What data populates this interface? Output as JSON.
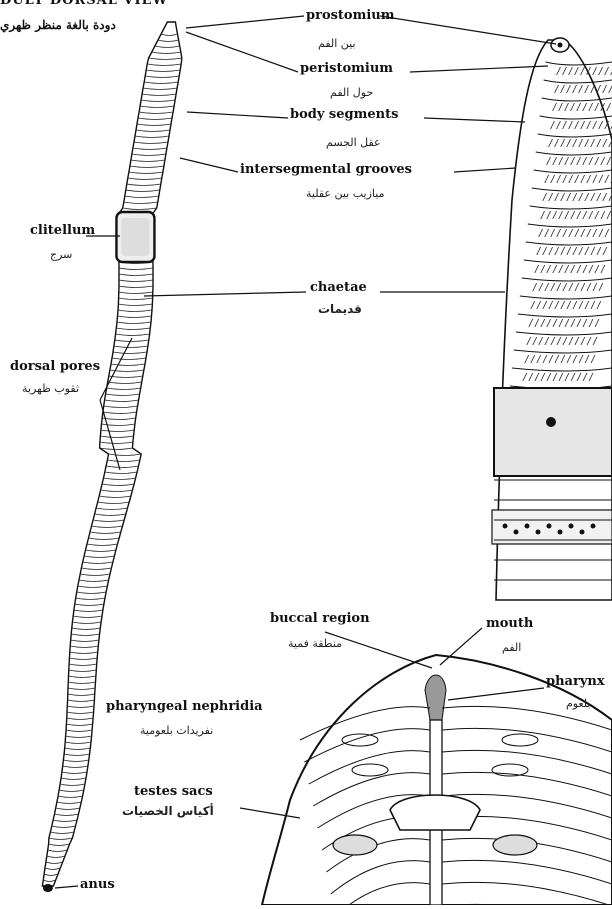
{
  "title": "DULT DORSAL VIEW",
  "subtitle_ar": "دودة بالغة منظر ظهري",
  "labels": {
    "prostomium": {
      "en": "prostomium",
      "ar": "بين الفم"
    },
    "peristomium": {
      "en": "peristomium",
      "ar": "حول الفم"
    },
    "body_segments": {
      "en": "body segments",
      "ar": "عقل الجسم"
    },
    "intersegmental_grooves": {
      "en": "intersegmental grooves",
      "ar": "ميازيب بين عقلية"
    },
    "clitellum": {
      "en": "clitellum",
      "ar": "سرج"
    },
    "chaetae": {
      "en": "chaetae",
      "ar": "قديمات"
    },
    "dorsal_pores": {
      "en": "dorsal pores",
      "ar": "ثقوب ظهرية"
    },
    "anus": {
      "en": "anus",
      "ar": ""
    },
    "buccal_region": {
      "en": "buccal region",
      "ar": "منطقة فمية"
    },
    "mouth": {
      "en": "mouth",
      "ar": "الفم"
    },
    "pharynx": {
      "en": "pharynx",
      "ar": "بلعوم"
    },
    "pharyngeal_nephridia": {
      "en": "pharyngeal nephridia",
      "ar": "نفريدات بلعومية"
    },
    "testes_sacs": {
      "en": "testes sacs",
      "ar": "أكياس الخصيات"
    }
  }
}
